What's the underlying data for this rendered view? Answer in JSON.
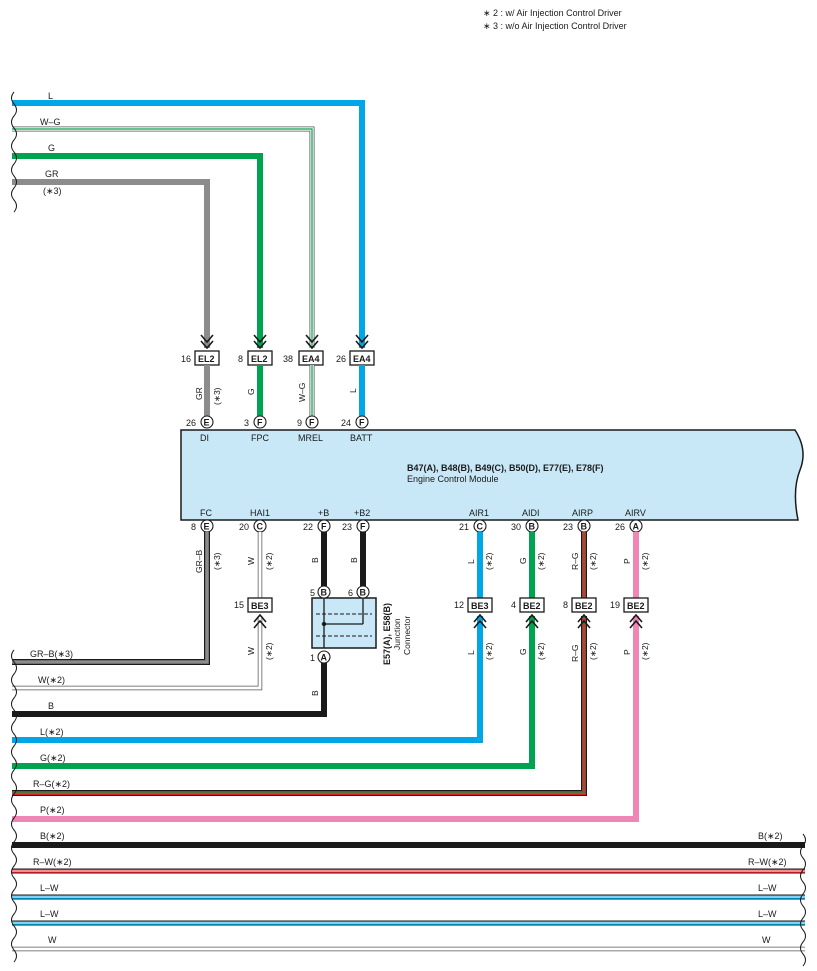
{
  "notes": [
    "∗ 2 : w/ Air Injection Control Driver",
    "∗ 3 : w/o Air Injection Control Driver"
  ],
  "colors": {
    "L": "#00a6e5",
    "G": "#00a34f",
    "GR": "#8c8c8c",
    "B": "#1a1a1a",
    "R": "#e3202a",
    "P": "#ef86b6",
    "W": "#ffffff",
    "ecm_fill": "#c9e8f7",
    "jc_fill": "#c9e8f7"
  },
  "ecm": {
    "title": "B47(A), B48(B), B49(C), B50(D), E77(E), E78(F)",
    "subtitle": "Engine Control Module",
    "top_pins": [
      {
        "num": "26",
        "letter": "E",
        "label": "DI"
      },
      {
        "num": "3",
        "letter": "F",
        "label": "FPC"
      },
      {
        "num": "9",
        "letter": "F",
        "label": "MREL"
      },
      {
        "num": "24",
        "letter": "F",
        "label": "BATT"
      }
    ],
    "bottom_pins": [
      {
        "num": "8",
        "letter": "E",
        "label": "FC"
      },
      {
        "num": "20",
        "letter": "C",
        "label": "HAI1"
      },
      {
        "num": "22",
        "letter": "F",
        "label": "+B"
      },
      {
        "num": "23",
        "letter": "F",
        "label": "+B2"
      },
      {
        "num": "21",
        "letter": "C",
        "label": "AIR1"
      },
      {
        "num": "30",
        "letter": "B",
        "label": "AIDI"
      },
      {
        "num": "23",
        "letter": "B",
        "label": "AIRP"
      },
      {
        "num": "26",
        "letter": "A",
        "label": "AIRV"
      }
    ]
  },
  "top_connectors": [
    {
      "num": "16",
      "code": "EL2"
    },
    {
      "num": "8",
      "code": "EL2"
    },
    {
      "num": "38",
      "code": "EA4"
    },
    {
      "num": "26",
      "code": "EA4"
    }
  ],
  "bottom_connectors": [
    {
      "num": "15",
      "code": "BE3"
    },
    {
      "num": "12",
      "code": "BE3"
    },
    {
      "num": "4",
      "code": "BE2"
    },
    {
      "num": "8",
      "code": "BE2"
    },
    {
      "num": "19",
      "code": "BE2"
    }
  ],
  "top_vertical_labels": [
    {
      "color": "GR",
      "note": "(∗3)"
    },
    {
      "color": "G",
      "note": ""
    },
    {
      "color": "W–G",
      "note": ""
    },
    {
      "color": "L",
      "note": ""
    }
  ],
  "ecm_bottom_vertical_labels": [
    {
      "color": "GR–B",
      "note": "(∗3)"
    },
    {
      "color": "W",
      "note": "(∗2)"
    },
    {
      "color": "B",
      "note": ""
    },
    {
      "color": "B",
      "note": ""
    },
    {
      "color": "L",
      "note": "(∗2)"
    },
    {
      "color": "G",
      "note": "(∗2)"
    },
    {
      "color": "R–G",
      "note": "(∗2)"
    },
    {
      "color": "P",
      "note": "(∗2)"
    }
  ],
  "lower_vertical_labels": [
    {
      "color": "W",
      "note": "(∗2)"
    },
    {
      "color": "L",
      "note": "(∗2)"
    },
    {
      "color": "G",
      "note": "(∗2)"
    },
    {
      "color": "R–G",
      "note": "(∗2)"
    },
    {
      "color": "P",
      "note": "(∗2)"
    },
    {
      "color": "B",
      "note": ""
    }
  ],
  "junction": {
    "label1": "E57(A), E58(B)",
    "label2": "Junction",
    "label3": "Connector",
    "pins": [
      {
        "num": "5",
        "letter": "B"
      },
      {
        "num": "6",
        "letter": "B"
      },
      {
        "num": "1",
        "letter": "A"
      }
    ]
  },
  "top_wires": [
    {
      "label": "L",
      "note": ""
    },
    {
      "label": "W–G",
      "note": ""
    },
    {
      "label": "G",
      "note": ""
    },
    {
      "label": "GR",
      "note": "(∗3)"
    }
  ],
  "bottom_wires_left": [
    {
      "label": "GR–B(∗3)"
    },
    {
      "label": "W(∗2)"
    },
    {
      "label": "B"
    },
    {
      "label": "L(∗2)"
    },
    {
      "label": "G(∗2)"
    },
    {
      "label": "R–G(∗2)"
    },
    {
      "label": "P(∗2)"
    }
  ],
  "through_wires": [
    {
      "left": "B(∗2)",
      "right": "B(∗2)"
    },
    {
      "left": "R–W(∗2)",
      "right": "R–W(∗2)"
    },
    {
      "left": "L–W",
      "right": "L–W"
    },
    {
      "left": "L–W",
      "right": "L–W"
    },
    {
      "left": "W",
      "right": "W"
    }
  ]
}
